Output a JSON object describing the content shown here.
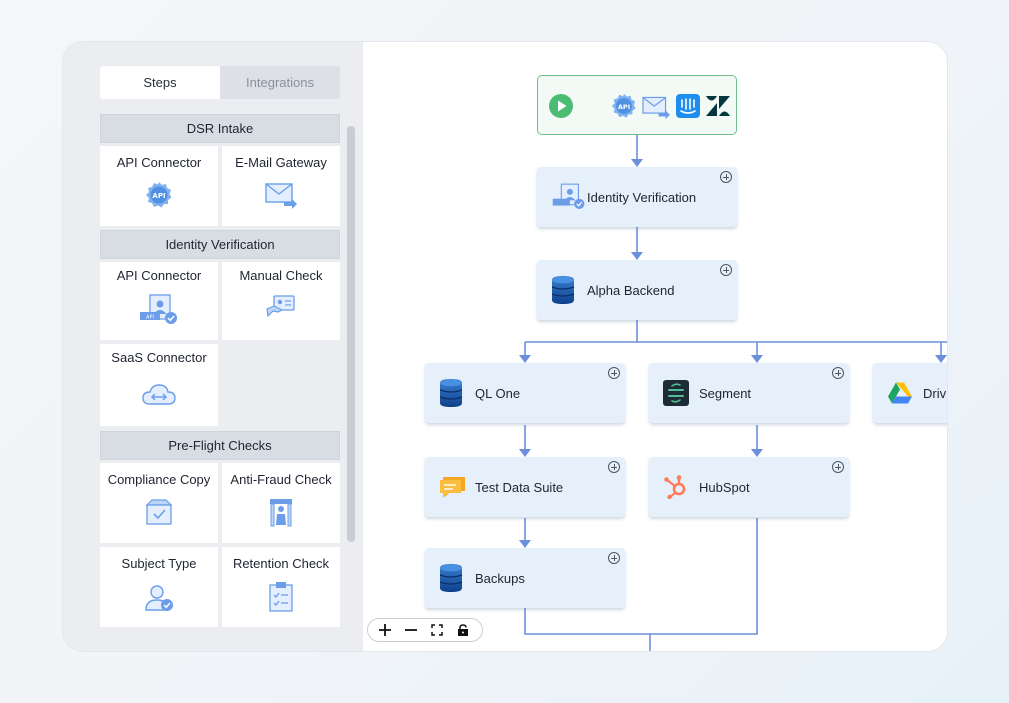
{
  "sidebar": {
    "tabs": [
      {
        "label": "Steps",
        "active": true
      },
      {
        "label": "Integrations",
        "active": false
      }
    ],
    "sections": [
      {
        "title": "DSR Intake",
        "items": [
          {
            "label": "API Connector",
            "icon": "api-gear-icon"
          },
          {
            "label": "E-Mail Gateway",
            "icon": "email-forward-icon"
          }
        ]
      },
      {
        "title": "Identity Verification",
        "items": [
          {
            "label": "API Connector",
            "icon": "id-badge-check-icon"
          },
          {
            "label": "Manual Check",
            "icon": "hand-id-card-icon"
          },
          {
            "label": "SaaS Connector",
            "icon": "cloud-arrows-icon"
          }
        ]
      },
      {
        "title": "Pre-Flight Checks",
        "items": [
          {
            "label": "Compliance Copy",
            "icon": "inbox-check-icon"
          },
          {
            "label": "Anti-Fraud Check",
            "icon": "body-scanner-icon"
          },
          {
            "label": "Subject Type",
            "icon": "user-check-icon"
          },
          {
            "label": "Retention Check",
            "icon": "clipboard-checklist-icon"
          }
        ]
      }
    ]
  },
  "flow": {
    "start_icons": [
      "play-icon",
      "api-gear-icon",
      "email-forward-icon",
      "intercom-icon",
      "zendesk-icon"
    ],
    "nodes": [
      {
        "label": "Identity Verification",
        "icon": "id-badge-check-icon"
      },
      {
        "label": "Alpha Backend",
        "icon": "database-icon"
      },
      {
        "label": "QL One",
        "icon": "database-icon"
      },
      {
        "label": "Segment",
        "icon": "segment-icon"
      },
      {
        "label": "Driv",
        "icon": "google-drive-icon"
      },
      {
        "label": "Test Data Suite",
        "icon": "chat-bubble-icon"
      },
      {
        "label": "HubSpot",
        "icon": "hubspot-icon"
      },
      {
        "label": "Backups",
        "icon": "database-icon"
      }
    ]
  },
  "colors": {
    "accent": "#6d8fdc",
    "node_bg": "#e6f0fb",
    "start_border": "#6fbf8a",
    "play": "#4cbc73"
  }
}
